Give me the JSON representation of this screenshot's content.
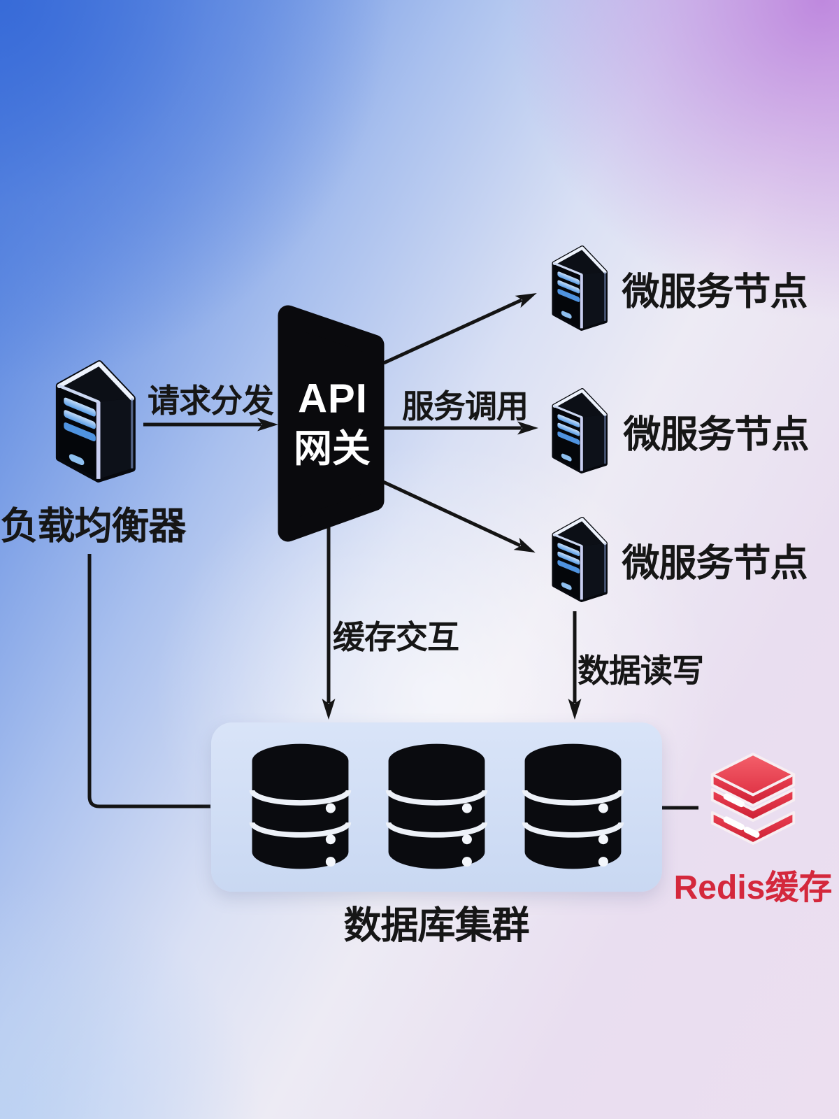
{
  "nodes": {
    "load_balancer": {
      "label": "负载均衡器"
    },
    "api_gateway": {
      "line1": "API",
      "line2": "网关"
    },
    "microservices": [
      {
        "label": "微服务节点"
      },
      {
        "label": "微服务节点"
      },
      {
        "label": "微服务节点"
      }
    ],
    "database_cluster": {
      "label": "数据库集群"
    },
    "redis": {
      "label": "Redis缓存"
    }
  },
  "edges": {
    "request_dispatch": {
      "label": "请求分发"
    },
    "service_call": {
      "label": "服务调用"
    },
    "cache_interaction": {
      "label": "缓存交互"
    },
    "data_read_write": {
      "label": "数据读写"
    }
  },
  "colors": {
    "arrow": "#141414",
    "text": "#161616",
    "gateway_fill": "#0a0a0d",
    "server_stripe_blue": "#5b9fe8",
    "db_container_blue": "#ccdbf3",
    "redis_red": "#d4283c"
  }
}
